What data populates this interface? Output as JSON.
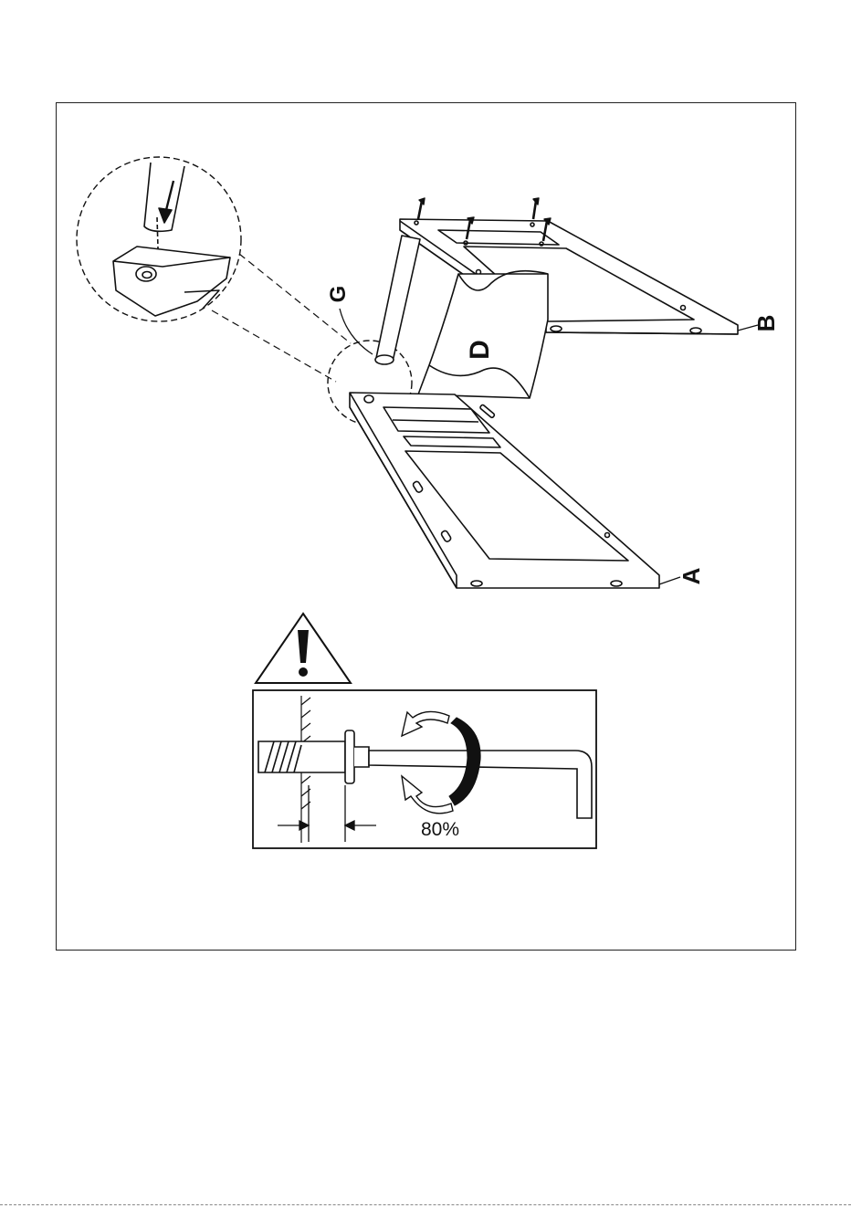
{
  "labels": {
    "a": "A",
    "b": "B",
    "d": "D",
    "g": "G"
  },
  "torque": {
    "percent": "80%"
  },
  "icons": {
    "warning": "warning-triangle-icon",
    "rotate": "rotate-arrows-icon",
    "hex_key": "allen-key-icon"
  },
  "colors": {
    "line": "#111111",
    "background": "#ffffff"
  }
}
